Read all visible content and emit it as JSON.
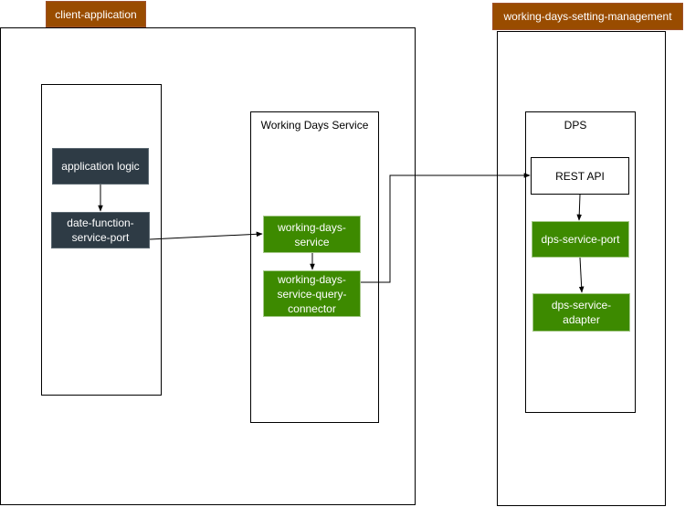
{
  "zones": {
    "client": {
      "tag": "client-application"
    },
    "management": {
      "tag": "working-days-setting-management"
    }
  },
  "containers": {
    "working_days_service": {
      "label": "Working Days Service"
    },
    "dps": {
      "label": "DPS"
    }
  },
  "nodes": {
    "application_logic": "application logic",
    "date_function_port": "date-function-service-port",
    "working_days_service": "working-days-service",
    "query_connector": "working-days-service-query-connector",
    "rest_api": "REST API",
    "dps_service_port": "dps-service-port",
    "dps_service_adapter": "dps-service-adapter"
  },
  "colors": {
    "tag": "#994c00",
    "dark_node": "#2e3b45",
    "green_node": "#3d8a00"
  }
}
